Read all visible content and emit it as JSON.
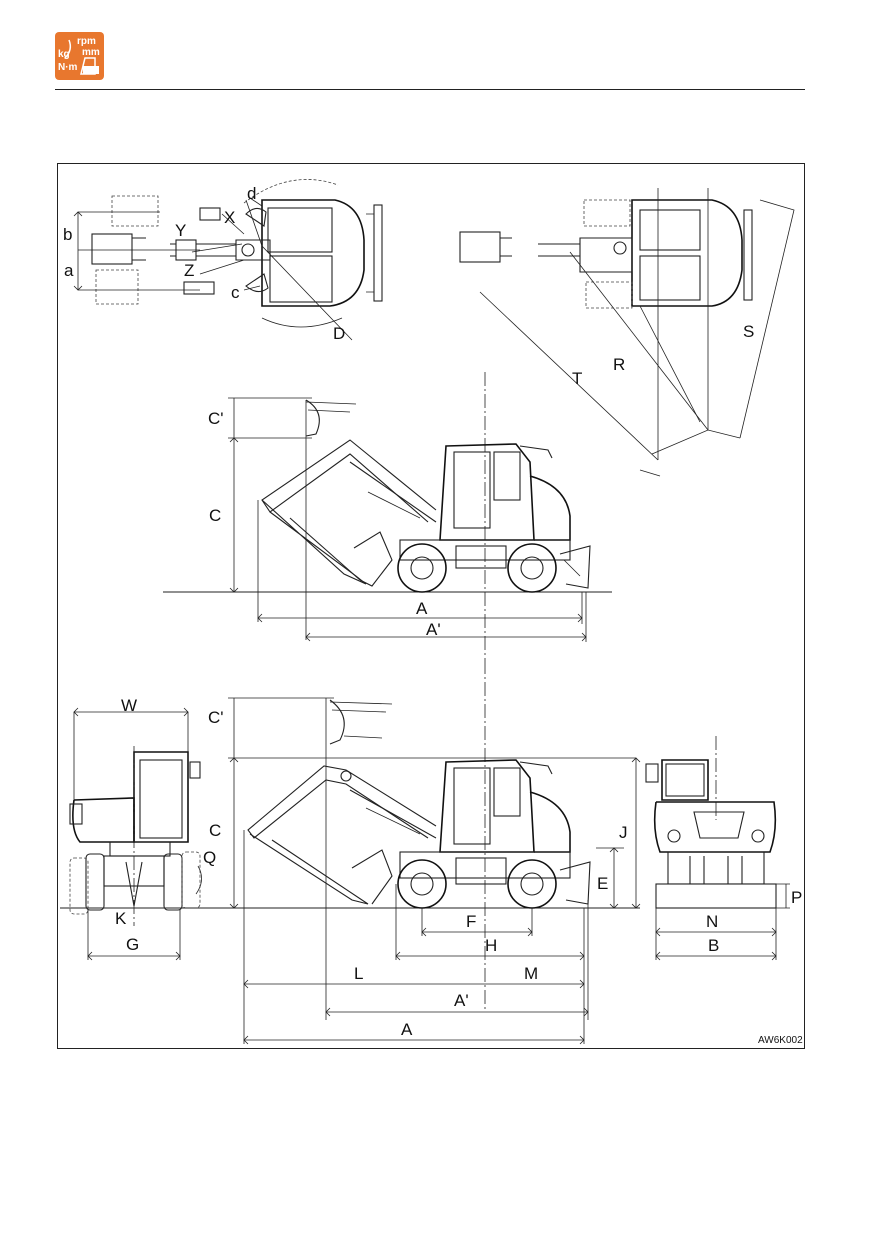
{
  "header": {
    "icon_lines": [
      "rpm",
      "kg",
      "mm",
      "N·m"
    ],
    "icon_color": "#e8772e"
  },
  "figure_code": "AW6K002",
  "labels": {
    "a": "a",
    "b": "b",
    "c": "c",
    "d": "d",
    "X": "X",
    "Y": "Y",
    "Z": "Z",
    "D": "D",
    "T": "T",
    "R": "R",
    "S": "S",
    "C_prime_mid": "C'",
    "C_mid": "C",
    "A_mid": "A",
    "A_prime_mid": "A'",
    "W": "W",
    "Q": "Q",
    "K": "K",
    "G": "G",
    "C_prime_bot": "C'",
    "C_bot": "C",
    "J": "J",
    "E": "E",
    "F": "F",
    "H": "H",
    "L": "L",
    "M": "M",
    "A_prime_bot": "A'",
    "A_bot": "A",
    "P": "P",
    "N": "N",
    "B": "B"
  }
}
